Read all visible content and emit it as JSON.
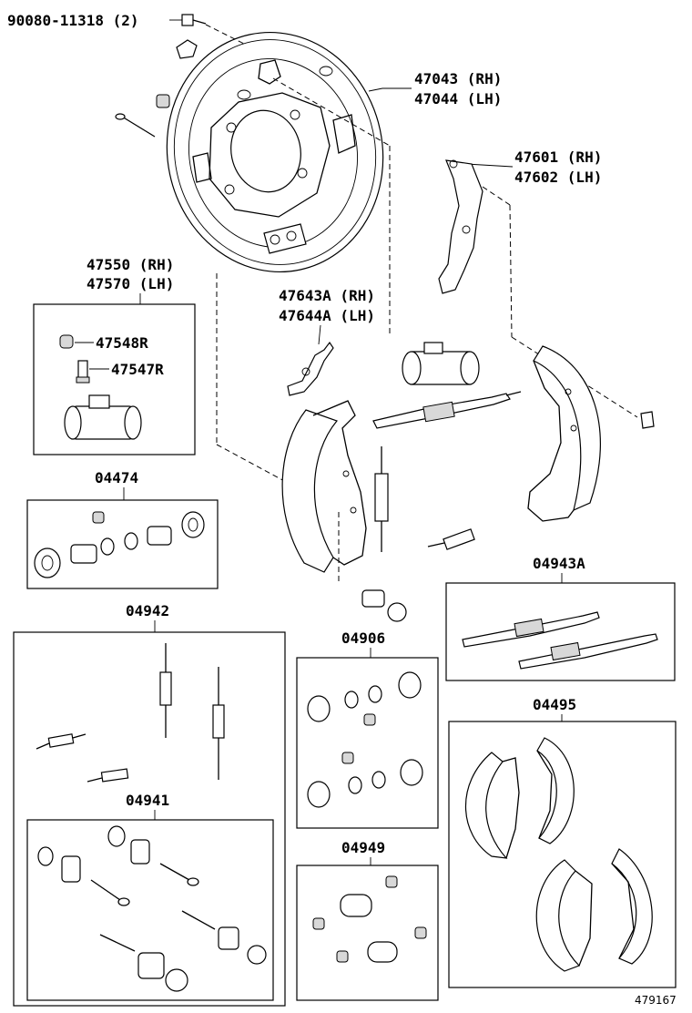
{
  "labels": {
    "bolt": "90080-11318 (2)",
    "plate_rh": "47043 (RH)",
    "plate_lh": "47044 (LH)",
    "lever_rh": "47601 (RH)",
    "lever_lh": "47602 (LH)",
    "cyl_rh": "47550 (RH)",
    "cyl_lh": "47570 (LH)",
    "bleeder_cap": "47548R",
    "bleeder_plug": "47547R",
    "adj_lever_rh": "47643A (RH)",
    "adj_lever_lh": "47644A (LH)",
    "kit_04474": "04474",
    "kit_04942": "04942",
    "kit_04906": "04906",
    "kit_04943a": "04943A",
    "kit_04495": "04495",
    "kit_04941": "04941",
    "kit_04949": "04949",
    "ref": "479167"
  }
}
